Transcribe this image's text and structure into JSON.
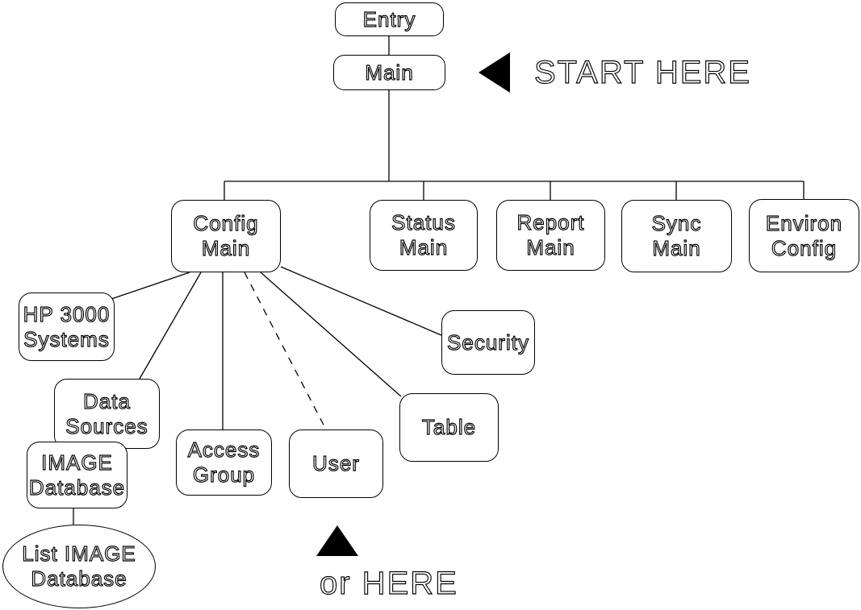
{
  "colors": {
    "background": "#ffffff",
    "line": "#000000",
    "text": "#000000",
    "marker_fill": "#000000"
  },
  "annotations": {
    "start_here": "START HERE",
    "or_here": "or HERE"
  },
  "nodes": {
    "entry": {
      "label": "Entry",
      "shape": "rounded-box"
    },
    "main": {
      "label": "Main",
      "shape": "rounded-box"
    },
    "config_main": {
      "label": "Config\nMain",
      "shape": "rounded-box"
    },
    "status_main": {
      "label": "Status\nMain",
      "shape": "rounded-box"
    },
    "report_main": {
      "label": "Report\nMain",
      "shape": "rounded-box"
    },
    "sync_main": {
      "label": "Sync\nMain",
      "shape": "rounded-box"
    },
    "environ_config": {
      "label": "Environ\nConfig",
      "shape": "rounded-box"
    },
    "hp3000_systems": {
      "label": "HP 3000\nSystems",
      "shape": "rounded-box"
    },
    "data_sources": {
      "label": "Data\nSources",
      "shape": "rounded-box"
    },
    "image_database": {
      "label": "IMAGE\nDatabase",
      "shape": "rounded-box"
    },
    "access_group": {
      "label": "Access\nGroup",
      "shape": "rounded-box"
    },
    "user": {
      "label": "User",
      "shape": "rounded-box"
    },
    "table": {
      "label": "Table",
      "shape": "rounded-box"
    },
    "security": {
      "label": "Security",
      "shape": "rounded-box"
    },
    "list_image_database": {
      "label": "List IMAGE\nDatabase",
      "shape": "ellipse"
    }
  },
  "edges": [
    {
      "from": "Entry",
      "to": "Main",
      "style": "solid"
    },
    {
      "from": "Main",
      "to": "Config Main",
      "style": "solid"
    },
    {
      "from": "Main",
      "to": "Status Main",
      "style": "solid"
    },
    {
      "from": "Main",
      "to": "Report Main",
      "style": "solid"
    },
    {
      "from": "Main",
      "to": "Sync Main",
      "style": "solid"
    },
    {
      "from": "Main",
      "to": "Environ Config",
      "style": "solid"
    },
    {
      "from": "Config Main",
      "to": "HP 3000 Systems",
      "style": "solid"
    },
    {
      "from": "Config Main",
      "to": "Data Sources",
      "style": "solid"
    },
    {
      "from": "Config Main",
      "to": "Access Group",
      "style": "solid"
    },
    {
      "from": "Config Main",
      "to": "User",
      "style": "dashed"
    },
    {
      "from": "Config Main",
      "to": "Table",
      "style": "solid"
    },
    {
      "from": "Config Main",
      "to": "Security",
      "style": "solid"
    },
    {
      "from": "Data Sources",
      "to": "IMAGE Database",
      "style": "overlap"
    },
    {
      "from": "IMAGE Database",
      "to": "List IMAGE Database",
      "style": "solid"
    }
  ]
}
